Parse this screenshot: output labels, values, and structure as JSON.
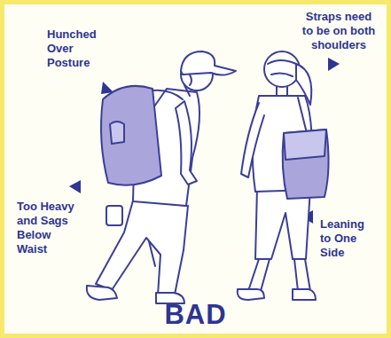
{
  "diagram": {
    "caption": "BAD",
    "labels": [
      "Hunched Over Posture",
      "Straps need to be on both shoulders",
      "Too Heavy and Sags Below Waist",
      "Leaning to One Side"
    ]
  }
}
